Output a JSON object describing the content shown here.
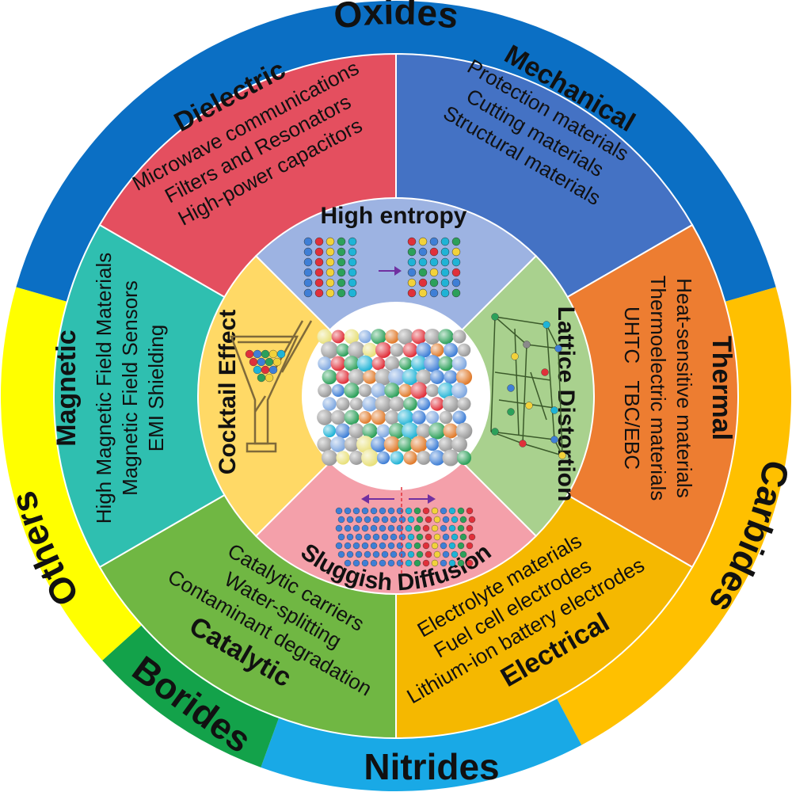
{
  "outer_ring": {
    "oxides": "Oxides",
    "carbides": "Carbides",
    "nitrides": "Nitrides",
    "borides": "Borides",
    "others": "Others",
    "colors": {
      "oxides": "#0b6fc4",
      "carbides": "#ffc000",
      "nitrides": "#19a9e6",
      "borides": "#13a24a",
      "others": "#ffff00"
    }
  },
  "applications": {
    "dielectric": {
      "title": "Dielectric",
      "items": [
        "Microwave communications",
        "Filters and Resonators",
        "High-power capacitors"
      ],
      "color": "#e44f5f"
    },
    "mechanical": {
      "title": "Mechanical",
      "items": [
        "Protection materials",
        "Cutting materials",
        "Structural materials"
      ],
      "color": "#4472c4"
    },
    "thermal": {
      "title": "Thermal",
      "items": [
        "Heat-sensitive materials",
        "Thermoelectric materials",
        "UHTC   TBC/EBC"
      ],
      "color": "#ed7d31"
    },
    "electrical": {
      "title": "Electrical",
      "items": [
        "Electrolyte materials",
        "Fuel cell electrodes",
        "Lithium-ion battery electrodes"
      ],
      "color": "#f5b800"
    },
    "catalytic": {
      "title": "Catalytic",
      "items": [
        "Catalytic carriers",
        "Water-splitting",
        "Contaminant degradation"
      ],
      "color": "#70b743"
    },
    "magnetic": {
      "title": "Magnetic",
      "items": [
        "High Magnetic Field Materials",
        "Magnetic Field Sensors",
        "EMI Shielding"
      ],
      "color": "#2fbfb0"
    }
  },
  "core_effects": {
    "high_entropy": {
      "label": "High entropy",
      "color": "#9db3e2"
    },
    "lattice_distortion": {
      "label": "Lattice Distortion",
      "color": "#a9d18e"
    },
    "sluggish_diffusion": {
      "label": "Sluggish Diffusion",
      "color": "#f4a0aa"
    },
    "cocktail_effect": {
      "label": "Cocktail Effect",
      "color": "#ffd966"
    }
  }
}
